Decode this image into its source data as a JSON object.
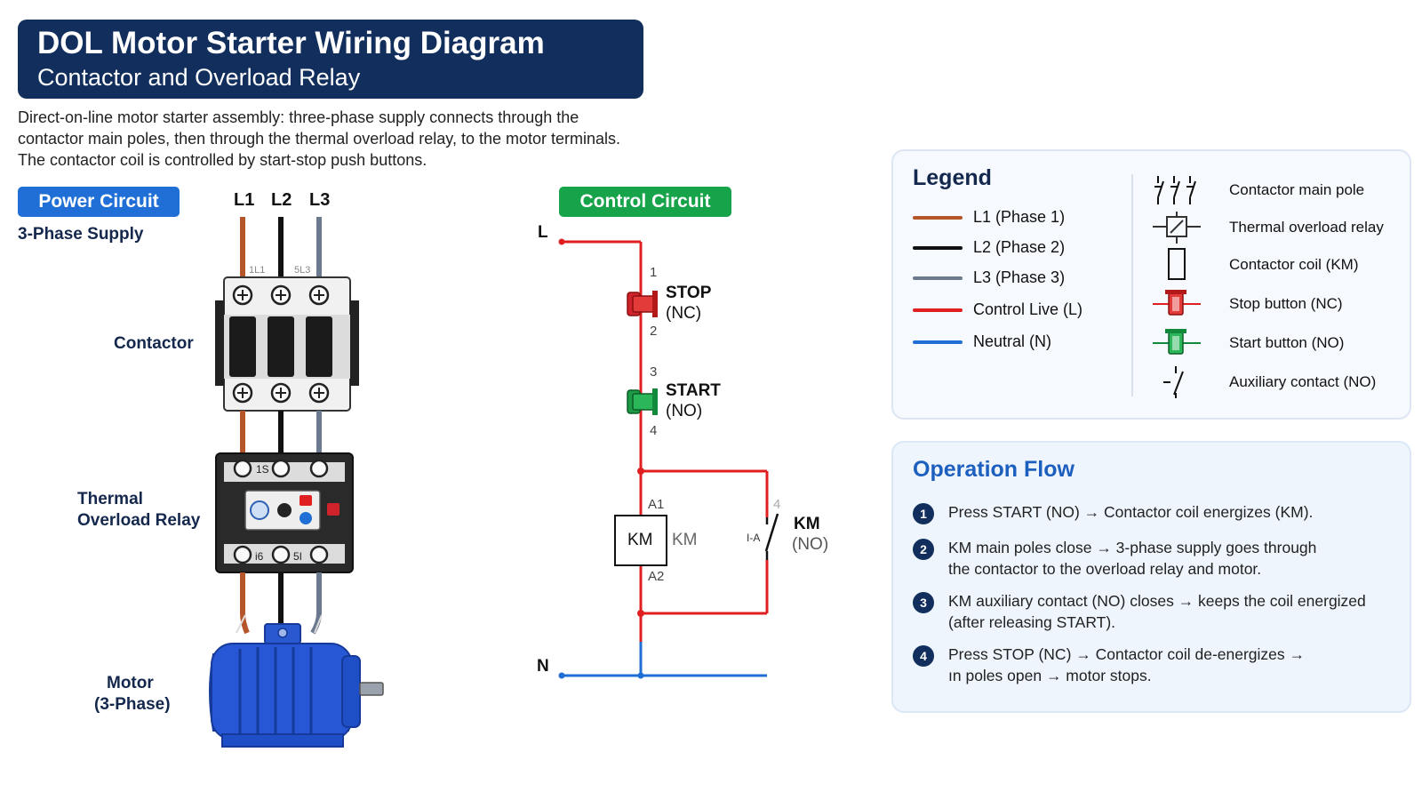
{
  "title": {
    "main": "DOL Motor Starter Wiring Diagram",
    "sub": "Contactor and Overload Relay"
  },
  "intro": {
    "line1": "Direct-on-line motor starter assembly: three-phase supply connects through the",
    "line2": "contactor main poles, then through the thermal overload relay, to the motor terminals.",
    "line3": "The contactor coil is controlled by start-stop push buttons."
  },
  "power": {
    "pill": "Power Circuit",
    "supply_label": "3-Phase Supply",
    "phases": [
      "L1",
      "L2",
      "L3"
    ],
    "contactor_label": "Contactor",
    "overload_label_1": "Thermal",
    "overload_label_2": "Overload Relay",
    "motor_label_1": "Motor",
    "motor_label_2": "(3-Phase)",
    "contactor_marks": {
      "t1": "1L1",
      "t2": "5L3"
    },
    "relay_marks": {
      "top1": "1S",
      "bot1": "i6",
      "bot2": "5I"
    }
  },
  "control": {
    "pill": "Control Circuit",
    "line_l": "L",
    "line_n": "N",
    "stop_name": "STOP",
    "stop_type": "(NC)",
    "start_name": "START",
    "start_type": "(NO)",
    "terminals": {
      "t1": "1",
      "t2": "2",
      "t3": "3",
      "t4": "4",
      "a1": "A1",
      "a2": "A2",
      "aux4": "4"
    },
    "coil_box": "KM",
    "coil_side": "KM",
    "aux_name": "KM",
    "aux_type": "(NO)",
    "aux_mark": "I-A"
  },
  "legend": {
    "title": "Legend",
    "wires": [
      {
        "label": "L1 (Phase 1)",
        "color": "#b5562a"
      },
      {
        "label": "L2 (Phase 2)",
        "color": "#111111"
      },
      {
        "label": "L3 (Phase 3)",
        "color": "#6b7a8f"
      },
      {
        "label": "Control Live (L)",
        "color": "#e02020"
      },
      {
        "label": "Neutral (N)",
        "color": "#1f6fd6"
      }
    ],
    "symbols": [
      {
        "label": "Contactor main pole",
        "icon": "contactor-pole-icon"
      },
      {
        "label": "Thermal overload relay",
        "icon": "overload-relay-icon"
      },
      {
        "label": "Contactor coil (KM)",
        "icon": "coil-icon"
      },
      {
        "label": "Stop button (NC)",
        "icon": "stop-button-icon"
      },
      {
        "label": "Start button (NO)",
        "icon": "start-button-icon"
      },
      {
        "label": "Auxiliary contact (NO)",
        "icon": "aux-contact-icon"
      }
    ]
  },
  "flow": {
    "title": "Operation Flow",
    "steps": [
      {
        "num": "1",
        "line1": "Press START (NO) → Contactor coil energizes (KM).",
        "line2": ""
      },
      {
        "num": "2",
        "line1": "KM main poles close → 3-phase supply goes through",
        "line2": "the contactor to the overload relay and motor."
      },
      {
        "num": "3",
        "line1": "KM auxiliary contact (NO) closes → keeps the coil energized",
        "line2": "(after releasing START)."
      },
      {
        "num": "4",
        "line1": "Press STOP (NC) → Contactor coil de-energizes →",
        "line2": "ın poles open → motor stops."
      }
    ]
  },
  "colors": {
    "navy": "#112e5c",
    "power_blue": "#1f6fd6",
    "control_green": "#17a34a",
    "live_red": "#e02020",
    "neutral_blue": "#1f6fd6",
    "motor_blue": "#1f4fc7"
  }
}
